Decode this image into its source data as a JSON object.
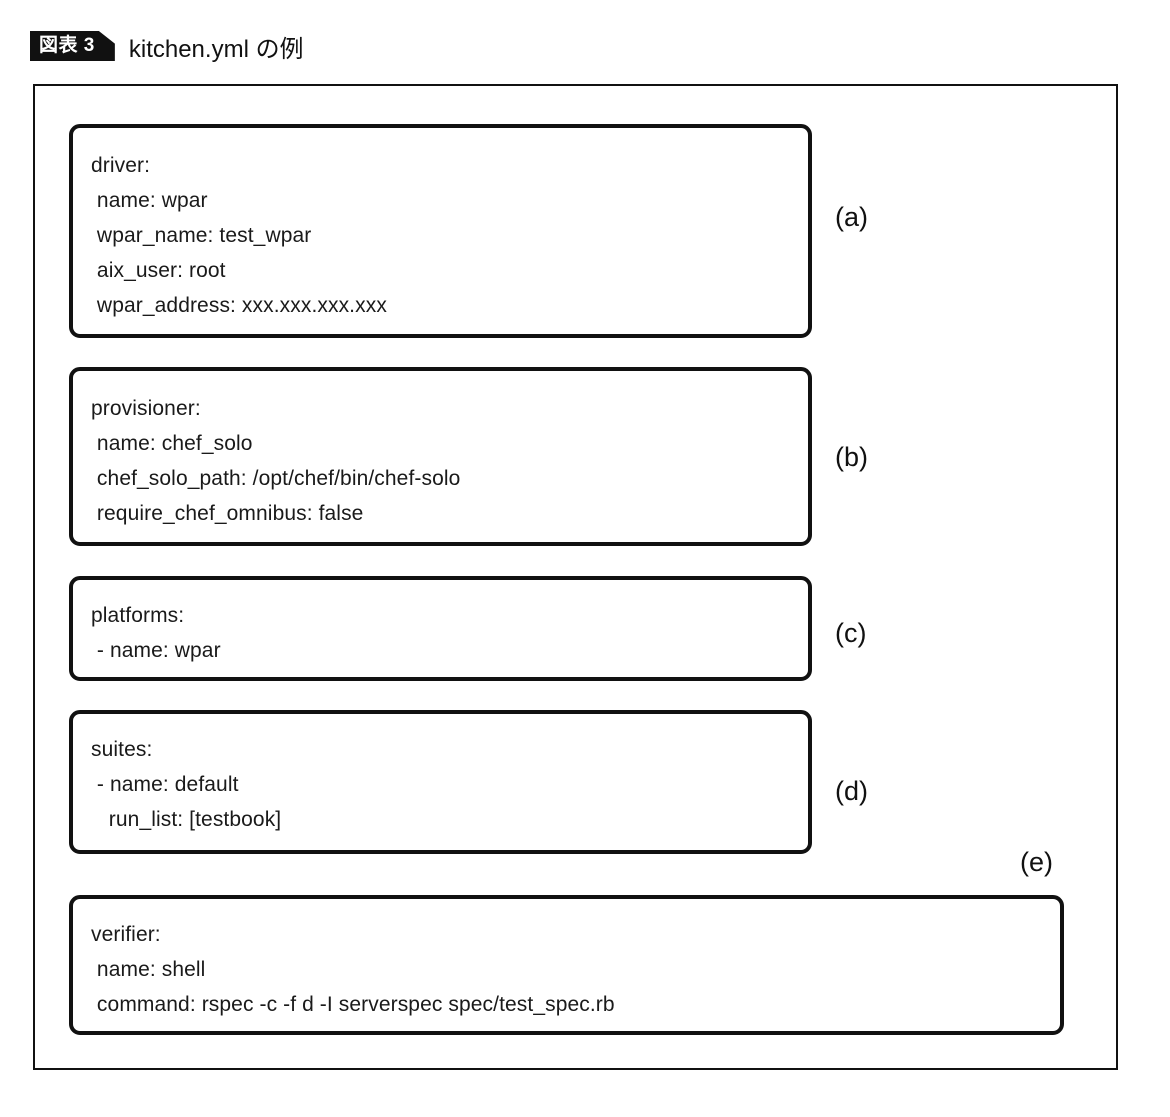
{
  "caption": {
    "badge": "図表 3",
    "title": "kitchen.yml の例"
  },
  "figure": {
    "blocks": [
      {
        "id": "a",
        "label": "(a)",
        "lines": [
          "driver:",
          " name: wpar",
          " wpar_name: test_wpar",
          " aix_user: root",
          " wpar_address: xxx.xxx.xxx.xxx"
        ]
      },
      {
        "id": "b",
        "label": "(b)",
        "lines": [
          "provisioner:",
          " name: chef_solo",
          " chef_solo_path: /opt/chef/bin/chef-solo",
          " require_chef_omnibus: false"
        ]
      },
      {
        "id": "c",
        "label": "(c)",
        "lines": [
          "platforms:",
          " - name: wpar"
        ]
      },
      {
        "id": "d",
        "label": "(d)",
        "lines": [
          "suites:",
          " - name: default",
          "   run_list: [testbook]"
        ]
      },
      {
        "id": "e",
        "label": "(e)",
        "lines": [
          "verifier:",
          " name: shell",
          " command: rspec -c -f d -I serverspec spec/test_spec.rb"
        ]
      }
    ]
  },
  "colors": {
    "ink": "#111111",
    "paper": "#ffffff"
  }
}
